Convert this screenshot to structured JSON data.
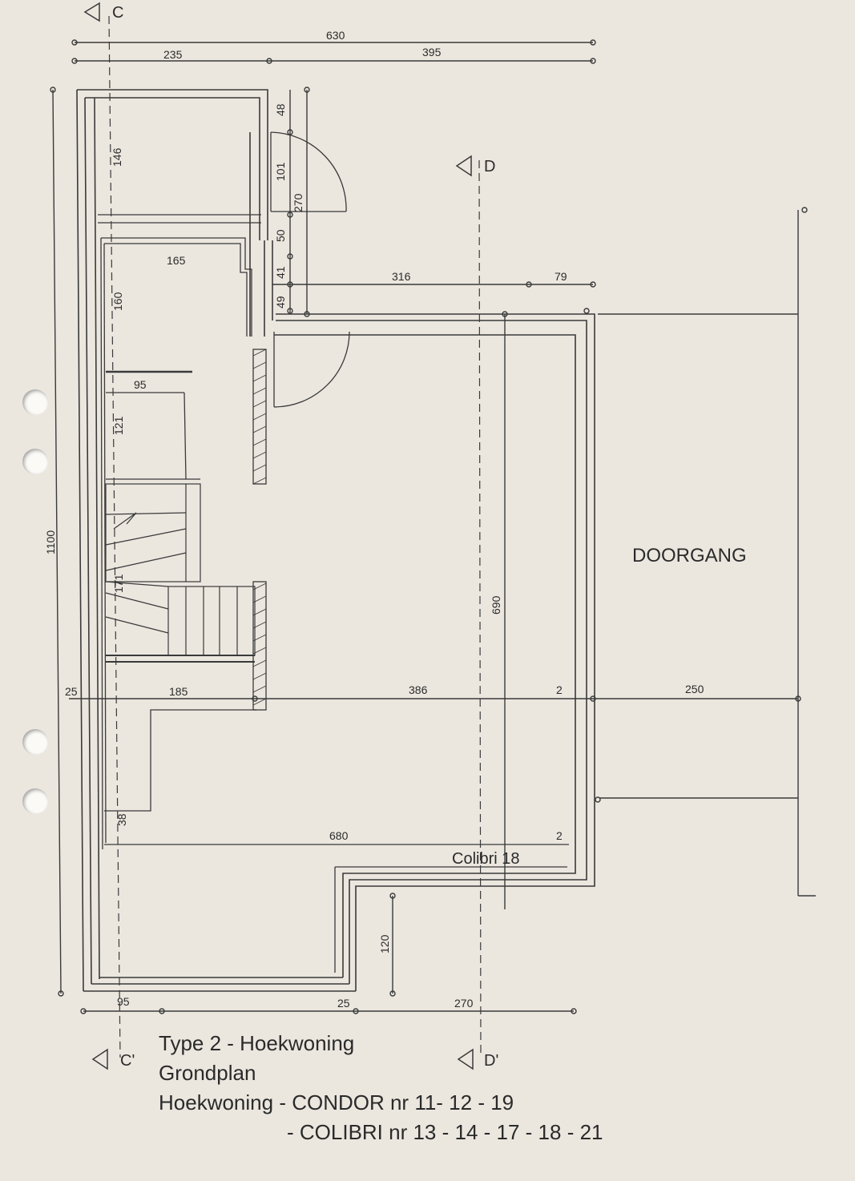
{
  "plan": {
    "doorgang_label": "DOORGANG",
    "unit_label": "Colibri  18",
    "sections": {
      "c_top": "C",
      "c_bottom": "C'",
      "d_top": "D",
      "d_bottom": "D'"
    },
    "dimensions": {
      "d630": "630",
      "d235": "235",
      "d395": "395",
      "d1100": "1100",
      "d146": "146",
      "d48": "48",
      "d101": "101",
      "d270v": "270",
      "d50": "50",
      "d41": "41",
      "d49": "49",
      "d165": "165",
      "d316": "316",
      "d79": "79",
      "d160": "160",
      "d95a": "95",
      "d121": "121",
      "d171": "171",
      "d690": "690",
      "d25a": "25",
      "d185": "185",
      "d386": "386",
      "d2a": "2",
      "d250": "250",
      "d38": "38",
      "d680": "680",
      "d2b": "2",
      "d120": "120",
      "d95b": "95",
      "d25b": "25",
      "d270h": "270"
    }
  },
  "caption": {
    "line1": "Type 2 - Hoekwoning",
    "line2": "Grondplan",
    "line3": "Hoekwoning - CONDOR nr 11- 12 - 19",
    "line4": "- COLIBRI nr 13 - 14 - 17 - 18 - 21"
  }
}
